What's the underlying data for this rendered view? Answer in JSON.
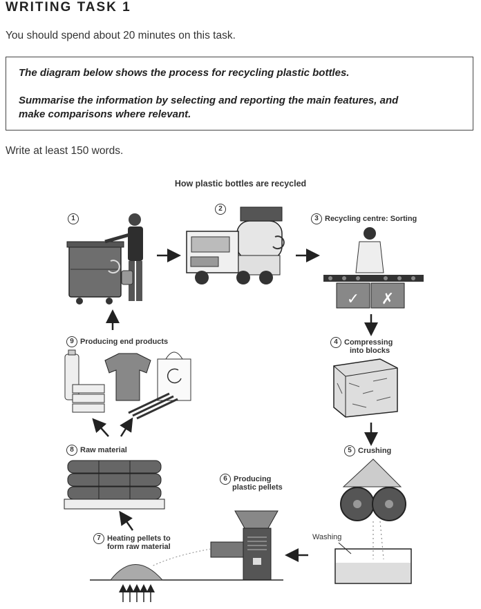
{
  "page": {
    "heading": "WRITING TASK 1",
    "instruction": "You should spend about 20 minutes on this task.",
    "task_line1": "The diagram below shows the process for recycling plastic bottles.",
    "task_line2": "Summarise the information by selecting and reporting the main features, and",
    "task_line3": "make comparisons where relevant.",
    "word_count": "Write at least 150 words."
  },
  "diagram": {
    "title": "How plastic bottles are recycled",
    "steps": [
      {
        "num": "1",
        "label": ""
      },
      {
        "num": "2",
        "label": ""
      },
      {
        "num": "3",
        "label": "Recycling centre: Sorting"
      },
      {
        "num": "4",
        "label_line1": "Compressing",
        "label_line2": "into blocks"
      },
      {
        "num": "5",
        "label": "Crushing"
      },
      {
        "num": "6",
        "label_line1": "Producing",
        "label_line2": "plastic pellets"
      },
      {
        "num": "7",
        "label_line1": "Heating pellets to",
        "label_line2": "form raw material"
      },
      {
        "num": "8",
        "label": "Raw material"
      },
      {
        "num": "9",
        "label": "Producing end products"
      }
    ],
    "washing_label": "Washing",
    "sort_marks": {
      "accept": "✓",
      "reject": "✗"
    }
  }
}
